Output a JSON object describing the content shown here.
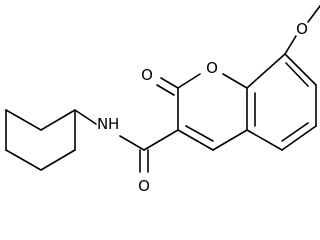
{
  "molecule": {
    "atoms": {
      "ring_oxygen": "O",
      "carbonyl_oxygen": "O",
      "methoxy_oxygen": "O",
      "amide_nitrogen": "N",
      "amide_hydrogen": "H",
      "amide_oxygen": "O"
    }
  },
  "colors": {
    "bond": "#000000",
    "label": "#000000",
    "background": "#ffffff"
  }
}
